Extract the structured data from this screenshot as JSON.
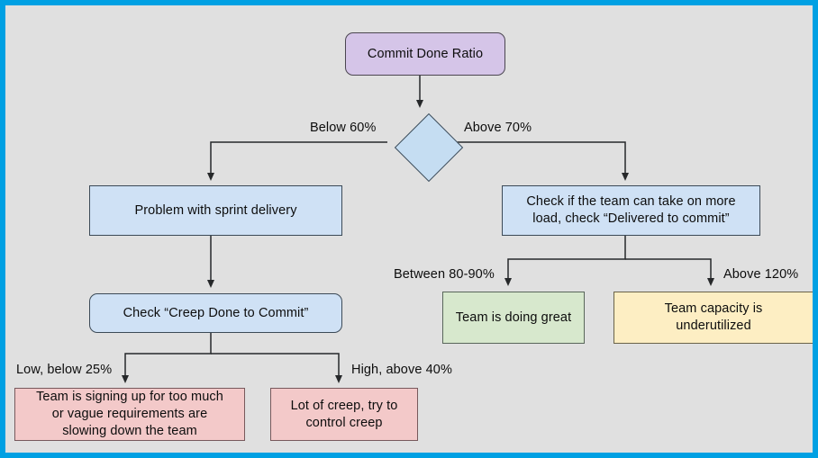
{
  "diagram": {
    "title": "Commit Done Ratio decision flowchart",
    "background_color": "#e0e0e0",
    "border_color": "#00a0e3"
  },
  "nodes": {
    "root": {
      "text": "Commit Done Ratio",
      "color": "#d5c5e8",
      "shape": "rounded-rect"
    },
    "decision": {
      "text": "",
      "color": "#c5ddf2",
      "shape": "diamond"
    },
    "problem_sprint": {
      "text": "Problem with sprint delivery",
      "color": "#cfe1f5",
      "shape": "rect"
    },
    "check_more_load": {
      "text": "Check if the team can take on more\nload, check “Delivered to commit”",
      "color": "#cfe1f5",
      "shape": "rect"
    },
    "check_creep": {
      "text": "Check “Creep Done to Commit”",
      "color": "#cfe1f5",
      "shape": "rounded-rect"
    },
    "doing_great": {
      "text": "Team is doing great",
      "color": "#d7e8cd",
      "shape": "rect"
    },
    "underutilized": {
      "text": "Team capacity is\nunderutilized",
      "color": "#fdeec3",
      "shape": "rect"
    },
    "signing_up_too_much": {
      "text": "Team is signing up for too much\nor vague requirements are\nslowing down the team",
      "color": "#f3c9c9",
      "shape": "rect"
    },
    "lot_of_creep": {
      "text": "Lot of creep, try to\ncontrol creep",
      "color": "#f3c9c9",
      "shape": "rect"
    }
  },
  "edge_labels": {
    "below_60": "Below 60%",
    "above_70": "Above 70%",
    "between_80_90": "Between 80-90%",
    "above_120": "Above 120%",
    "low_below_25": "Low, below 25%",
    "high_above_40": "High, above 40%"
  }
}
